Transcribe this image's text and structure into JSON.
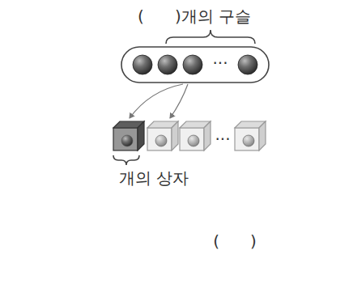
{
  "diagram": {
    "labels": [
      "(      )개의 구슬",
      "···",
      "···",
      "개의 상자",
      "(      )"
    ]
  }
}
